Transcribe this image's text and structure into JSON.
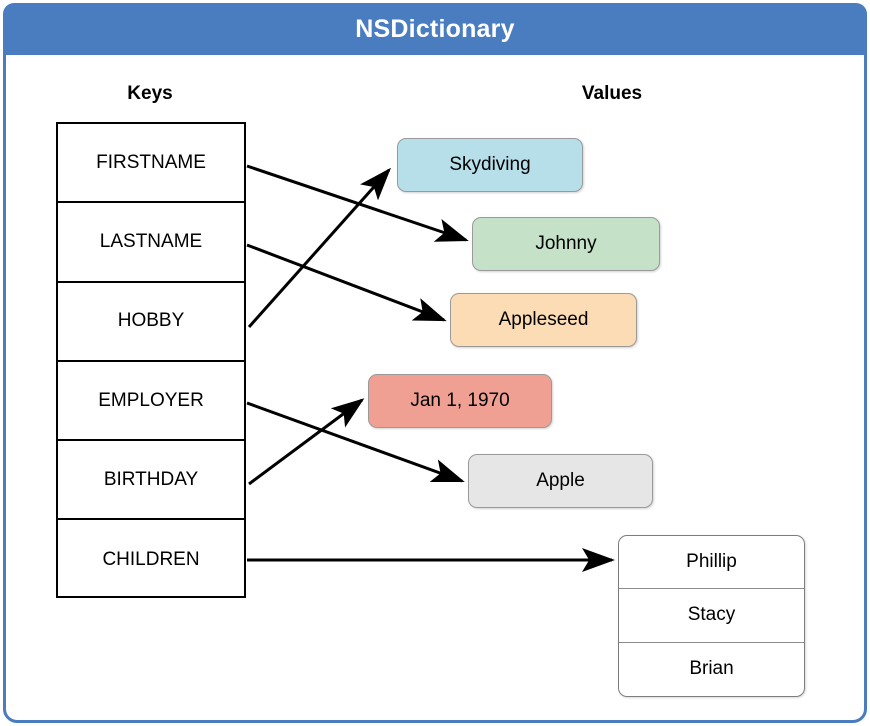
{
  "window": {
    "title": "NSDictionary",
    "header_color": "#4a7cc0",
    "border_color": "#4a7cc0"
  },
  "columns": {
    "keys_label": "Keys",
    "values_label": "Values"
  },
  "keys": [
    {
      "label": "FIRSTNAME"
    },
    {
      "label": "LASTNAME"
    },
    {
      "label": "HOBBY"
    },
    {
      "label": "EMPLOYER"
    },
    {
      "label": "BIRTHDAY"
    },
    {
      "label": "CHILDREN"
    }
  ],
  "values": [
    {
      "label": "Skydiving",
      "color": "#b7dfe9"
    },
    {
      "label": "Johnny",
      "color": "#c5e2c8"
    },
    {
      "label": "Appleseed",
      "color": "#fbdcb5"
    },
    {
      "label": "Jan 1, 1970",
      "color": "#f0a093"
    },
    {
      "label": "Apple",
      "color": "#e6e6e6"
    }
  ],
  "children_list": {
    "items": [
      {
        "label": "Phillip"
      },
      {
        "label": "Stacy"
      },
      {
        "label": "Brian"
      }
    ]
  },
  "mappings": [
    {
      "key": "FIRSTNAME",
      "value": "Johnny"
    },
    {
      "key": "LASTNAME",
      "value": "Appleseed"
    },
    {
      "key": "HOBBY",
      "value": "Skydiving"
    },
    {
      "key": "EMPLOYER",
      "value": "Apple"
    },
    {
      "key": "BIRTHDAY",
      "value": "Jan 1, 1970"
    },
    {
      "key": "CHILDREN",
      "value": "Phillip / Stacy / Brian"
    }
  ]
}
